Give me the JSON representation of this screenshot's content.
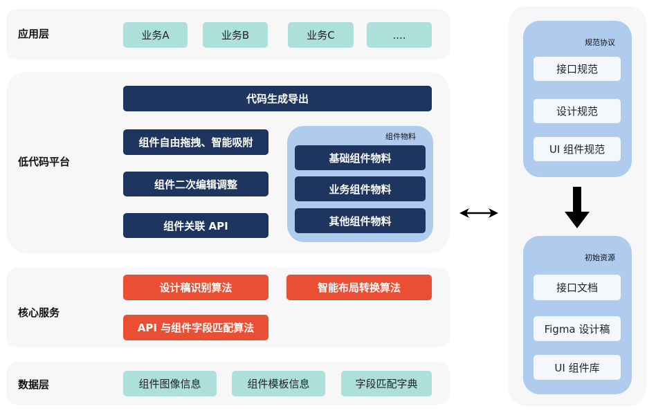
{
  "app_layer": {
    "label": "应用层",
    "items": [
      "业务A",
      "业务B",
      "业务C",
      "...."
    ]
  },
  "lowcode_layer": {
    "label": "低代码平台",
    "export": "代码生成导出",
    "features": [
      "组件自由拖拽、智能吸附",
      "组件二次编辑调整",
      "组件关联 API"
    ],
    "materials": {
      "title": "组件物料",
      "items": [
        "基础组件物料",
        "业务组件物料",
        "其他组件物料"
      ]
    }
  },
  "core_layer": {
    "label": "核心服务",
    "items": [
      "设计稿识别算法",
      "智能布局转换算法",
      "API 与组件字段匹配算法"
    ]
  },
  "data_layer": {
    "label": "数据层",
    "items": [
      "组件图像信息",
      "组件模板信息",
      "字段匹配字典"
    ]
  },
  "right": {
    "spec": {
      "title": "规范协议",
      "items": [
        "接口规范",
        "设计规范",
        "UI 组件规范"
      ]
    },
    "resources": {
      "title": "初始资源",
      "items": [
        "接口文档",
        "Figma 设计稿",
        "UI 组件库"
      ]
    }
  },
  "arrows": {
    "bidirectional": "double-arrow-icon",
    "down": "down-arrow-icon"
  },
  "colors": {
    "panel_bg": "#f7f7f7",
    "teal": "#ade0da",
    "navy": "#1e3560",
    "red": "#ea4f34",
    "light_blue_group": "#afcbee",
    "light_box": "#f4f8fd"
  }
}
